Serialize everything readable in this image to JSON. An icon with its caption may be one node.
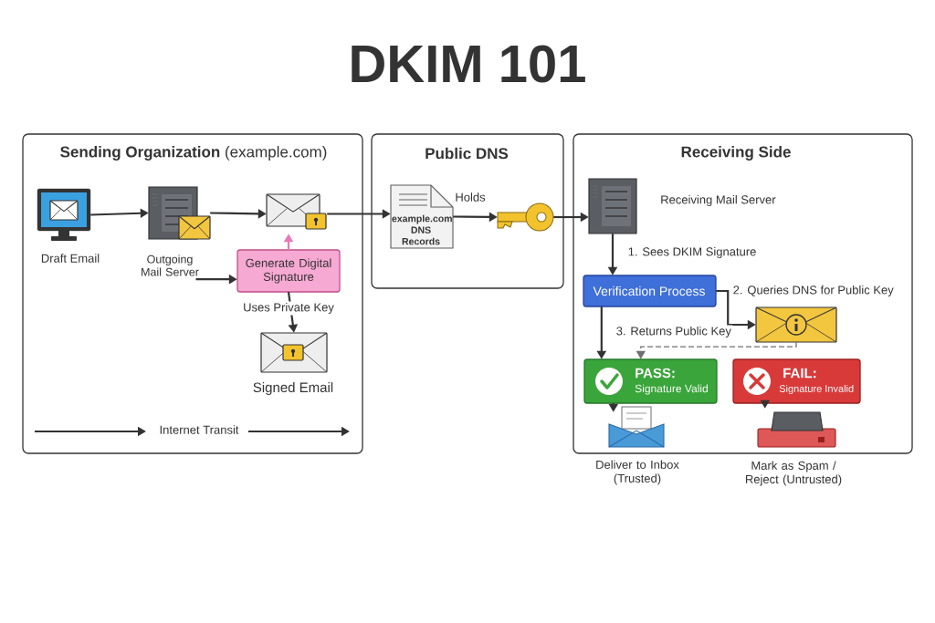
{
  "diagram": {
    "title": "DKIM 101",
    "nodes": [
      {
        "text": [
          "**Sending Organization** (example.com)"
        ]
      },
      {
        "text": [
          "Public DNS"
        ]
      },
      {
        "text": [
          "Receiving Side"
        ]
      },
      {
        "text": [
          "Draft Email"
        ],
        "in": 0
      },
      {
        "text": [
          "Outgoing Mail Server"
        ],
        "in": 0
      },
      {
        "text": [],
        "shape": "envelope",
        "in": 0
      },
      {
        "text": [
          "Generate Digital Signature"
        ],
        "in": 0
      },
      {
        "text": [
          "Signed Email"
        ],
        "in": 0
      },
      {
        "text": [
          "example.com DNS Records"
        ],
        "in": 1
      },
      {
        "text": [],
        "shape": "key",
        "in": 1
      },
      {
        "text": [
          "Receiving Mail Server"
        ],
        "in": 2
      },
      {
        "text": [
          "Verification Process"
        ],
        "in": 2
      },
      {
        "text": [],
        "shape": "envelope",
        "in": 2
      },
      {
        "text": [
          "PASS:",
          "Signature Valid"
        ],
        "in": 2
      },
      {
        "text": [
          "FAIL:",
          "Signature Invalid"
        ],
        "in": 2
      },
      {
        "text": [
          "Deliver to Inbox (Trusted)"
        ],
        "in": 2
      },
      {
        "text": [
          "Mark as Spam / Reject (Untrusted)"
        ],
        "in": 2
      }
    ],
    "edges": [
      {
        "from": 3,
        "to": 4,
        "arrow": "to"
      },
      {
        "from": 4,
        "to": 5,
        "arrow": "to"
      },
      {
        "from": 4,
        "to": 6,
        "arrow": "to"
      },
      {
        "from": 6,
        "to": 5,
        "arrow": "to",
        "color": "#e879b8"
      },
      {
        "from": 6,
        "to": 7,
        "arrow": "to",
        "label": "Uses Private Key"
      },
      {
        "from": 5,
        "to": 8,
        "arrow": "to"
      },
      {
        "from": 8,
        "to": 9,
        "arrow": "to",
        "label": "Holds"
      },
      {
        "from": 9,
        "to": 10,
        "arrow": "to"
      },
      {
        "from": 10,
        "to": 11,
        "arrow": "to",
        "label": "1. Sees DKIM Signature"
      },
      {
        "from": 11,
        "to": 12,
        "arrow": "to",
        "label": "2. Queries DNS for Public Key"
      },
      {
        "from": 11,
        "to": 13,
        "arrow": "to"
      },
      {
        "from": 12,
        "to": 13,
        "arrow": "to",
        "style": "dashed",
        "label": "3. Returns Public Key"
      },
      {
        "from": 13,
        "to": 15,
        "arrow": "to"
      },
      {
        "from": 14,
        "to": 16,
        "arrow": "to"
      }
    ],
    "labels": [
      "Internet Transit"
    ]
  }
}
